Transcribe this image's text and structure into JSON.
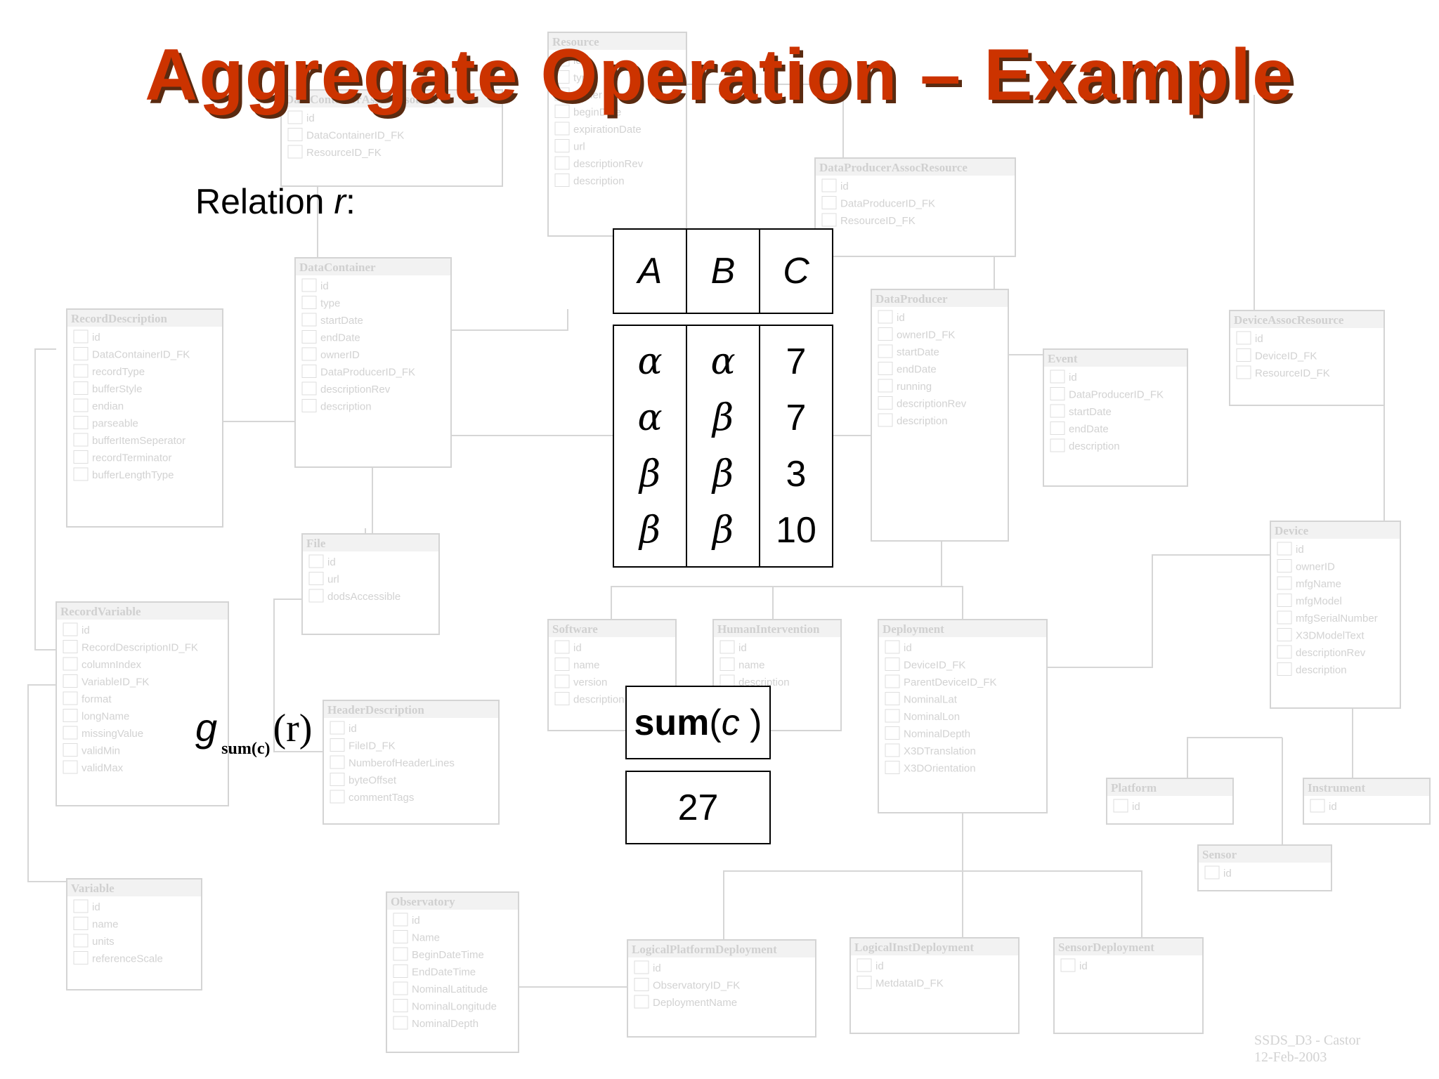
{
  "title": "Aggregate Operation – Example",
  "relation_label": {
    "text": "Relation ",
    "var": "r",
    "colon": ":"
  },
  "relation_table": {
    "headers": [
      "A",
      "B",
      "C"
    ],
    "rows": [
      [
        "α",
        "α",
        "7"
      ],
      [
        "α",
        "β",
        "7"
      ],
      [
        "β",
        "β",
        "3"
      ],
      [
        "β",
        "β",
        "10"
      ]
    ]
  },
  "aggregate_expression": {
    "g": "g",
    "subscript": "sum(c)",
    "argument": "(r)"
  },
  "result_table": {
    "header_func": "sum",
    "header_open": "(",
    "header_arg": "c",
    "header_close": " )",
    "value": "27"
  },
  "background_diagram": {
    "color": "#d4d4d4",
    "entities": [
      {
        "name": "DataContainerAssocResource",
        "fields": [
          "id",
          "DataContainerID_FK",
          "ResourceID_FK"
        ]
      },
      {
        "name": "Resource",
        "fields": [
          "id",
          "type",
          "owner",
          "beginDate",
          "expirationDate",
          "url",
          "descriptionRev",
          "description"
        ]
      },
      {
        "name": "DataProducerAssocResource",
        "fields": [
          "id",
          "DataProducerID_FK",
          "ResourceID_FK"
        ]
      },
      {
        "name": "RecordDescription",
        "fields": [
          "id",
          "DataContainerID_FK",
          "recordType",
          "bufferStyle",
          "endian",
          "parseable",
          "bufferItemSeperator",
          "recordTerminator",
          "bufferLengthType"
        ]
      },
      {
        "name": "DataContainer",
        "fields": [
          "id",
          "type",
          "startDate",
          "endDate",
          "ownerID",
          "DataProducerID_FK",
          "descriptionRev",
          "description"
        ]
      },
      {
        "name": "DataProducer",
        "fields": [
          "id",
          "ownerID_FK",
          "startDate",
          "endDate",
          "running",
          "descriptionRev",
          "description"
        ]
      },
      {
        "name": "Event",
        "fields": [
          "id",
          "DataProducerID_FK",
          "startDate",
          "endDate",
          "description"
        ]
      },
      {
        "name": "DeviceAssocResource",
        "fields": [
          "id",
          "DeviceID_FK",
          "ResourceID_FK"
        ]
      },
      {
        "name": "File",
        "fields": [
          "id",
          "url",
          "dodsAccessible"
        ]
      },
      {
        "name": "RecordVariable",
        "fields": [
          "id",
          "RecordDescriptionID_FK",
          "columnIndex",
          "VariableID_FK",
          "format",
          "longName",
          "missingValue",
          "validMin",
          "validMax"
        ]
      },
      {
        "name": "Software",
        "fields": [
          "id",
          "name",
          "version",
          "description"
        ]
      },
      {
        "name": "HumanIntervention",
        "fields": [
          "id",
          "name",
          "description"
        ]
      },
      {
        "name": "Deployment",
        "fields": [
          "id",
          "DeviceID_FK",
          "ParentDeviceID_FK",
          "NominalLat",
          "NominalLon",
          "NominalDepth",
          "X3DTranslation",
          "X3DOrientation"
        ]
      },
      {
        "name": "Device",
        "fields": [
          "id",
          "ownerID",
          "mfgName",
          "mfgModel",
          "mfgSerialNumber",
          "X3DModelText",
          "descriptionRev",
          "description"
        ]
      },
      {
        "name": "HeaderDescription",
        "fields": [
          "id",
          "FileID_FK",
          "NumberofHeaderLines",
          "byteOffset",
          "commentTags"
        ]
      },
      {
        "name": "Platform",
        "fields": [
          "id"
        ]
      },
      {
        "name": "Instrument",
        "fields": [
          "id"
        ]
      },
      {
        "name": "Sensor",
        "fields": [
          "id"
        ]
      },
      {
        "name": "Variable",
        "fields": [
          "id",
          "name",
          "units",
          "referenceScale"
        ]
      },
      {
        "name": "Observatory",
        "fields": [
          "id",
          "Name",
          "BeginDateTime",
          "EndDateTime",
          "NominalLatitude",
          "NominalLongitude",
          "NominalDepth"
        ]
      },
      {
        "name": "LogicalPlatformDeployment",
        "fields": [
          "id",
          "ObservatoryID_FK",
          "DeploymentName"
        ]
      },
      {
        "name": "LogicalInstDeployment",
        "fields": [
          "id",
          "MetdataID_FK"
        ]
      },
      {
        "name": "SensorDeployment",
        "fields": [
          "id"
        ]
      }
    ],
    "footer": [
      "SSDS_D3 - Castor",
      "12-Feb-2003"
    ]
  }
}
